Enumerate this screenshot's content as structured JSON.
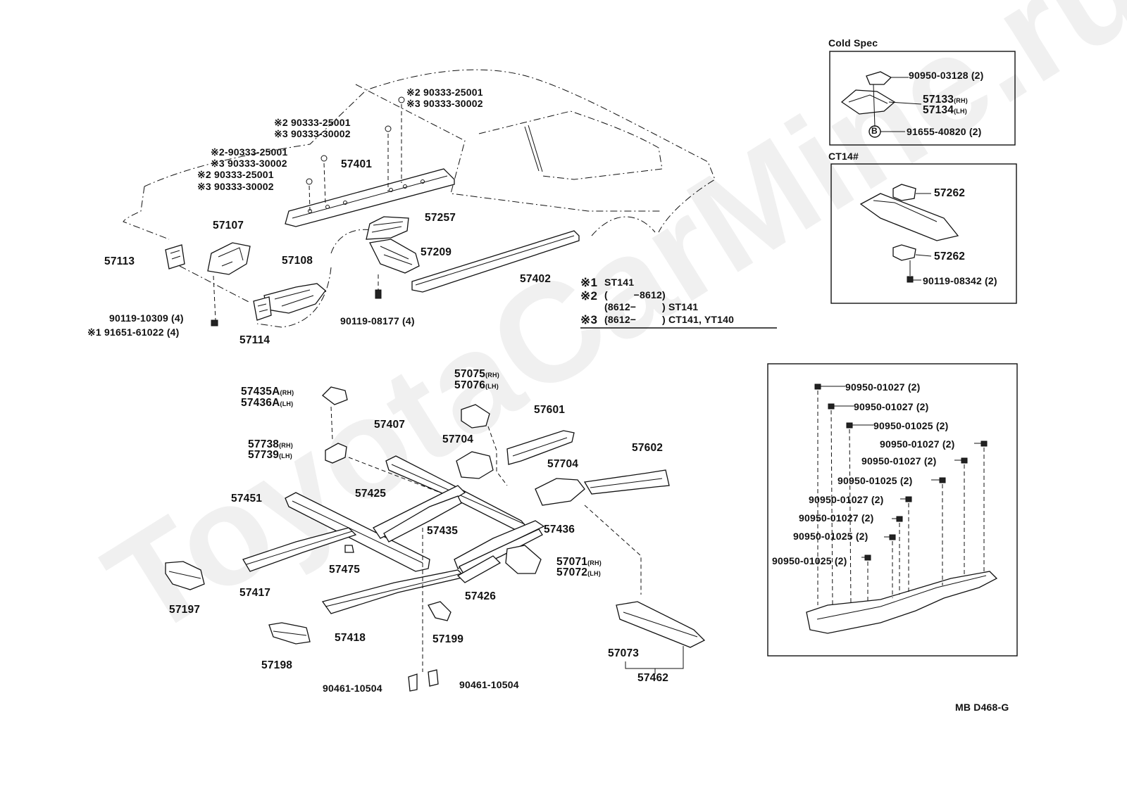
{
  "watermark": "ToyotaCarMine.ru",
  "code": "MB D468-G",
  "boxes": {
    "cold_spec": "Cold Spec",
    "ct14": "CT14#"
  },
  "legend": {
    "r1_mark": "※1",
    "r1_text": "ST141",
    "r2_mark": "※2",
    "r2_text": "(         −8612)",
    "r2b_text": "(8612−         ) ST141",
    "r3_mark": "※3",
    "r3_text": "(8612−         ) CT141, YT140"
  },
  "labels": {
    "p57401": "57401",
    "p57107": "57107",
    "p57113": "57113",
    "p57108": "57108",
    "p57114": "57114",
    "p57257": "57257",
    "p57209": "57209",
    "p57402": "57402",
    "b90119_10309": "90119-10309 (4)",
    "b91651_61022": "※1 91651-61022 (4)",
    "b90119_08177": "90119-08177 (4)",
    "r2a_top": "※2 90333-25001",
    "r3a_top": "※3 90333-30002",
    "r2b": "※2 90333-25001",
    "r3b": "※3 90333-30002",
    "r2c": "※2-90333-25001",
    "r3c": "※3 90333-30002",
    "r2d": "※2 90333-25001",
    "r3d": "※3 90333-30002",
    "cs_90950_03128": "90950-03128 (2)",
    "cs_57133": "57133",
    "cs_57133_sfx": "(RH)",
    "cs_57134": "57134",
    "cs_57134_sfx": "(LH)",
    "cs_b": "B",
    "cs_91655": "91655-40820 (2)",
    "ct_57262a": "57262",
    "ct_57262b": "57262",
    "ct_90119": "90119-08342 (2)",
    "p57435A": "57435A",
    "p57435A_sfx": "(RH)",
    "p57436A": "57436A",
    "p57436A_sfx": "(LH)",
    "p57738": "57738",
    "p57738_sfx": "(RH)",
    "p57739": "57739",
    "p57739_sfx": "(LH)",
    "p57075": "57075",
    "p57075_sfx": "(RH)",
    "p57076": "57076",
    "p57076_sfx": "(LH)",
    "p57601": "57601",
    "p57407": "57407",
    "p57704a": "57704",
    "p57704b": "57704",
    "p57602": "57602",
    "p57451": "57451",
    "p57425": "57425",
    "p57435": "57435",
    "p57436": "57436",
    "p57071": "57071",
    "p57071_sfx": "(RH)",
    "p57072": "57072",
    "p57072_sfx": "(LH)",
    "p57475": "57475",
    "p57417": "57417",
    "p57426": "57426",
    "p57197": "57197",
    "p57418": "57418",
    "p57199": "57199",
    "p57073": "57073",
    "p57462": "57462",
    "p57198": "57198",
    "p90461a": "90461-10504",
    "p90461b": "90461-10504",
    "plug1": "90950-01027 (2)",
    "plug2": "90950-01027 (2)",
    "plug3": "90950-01025 (2)",
    "plug4": "90950-01027 (2)",
    "plug5": "90950-01027 (2)",
    "plug6": "90950-01025 (2)",
    "plug7": "90950-01027 (2)",
    "plug8": "90950-01027 (2)",
    "plug9": "90950-01025 (2)",
    "plug10": "90950-01025 (2)"
  }
}
